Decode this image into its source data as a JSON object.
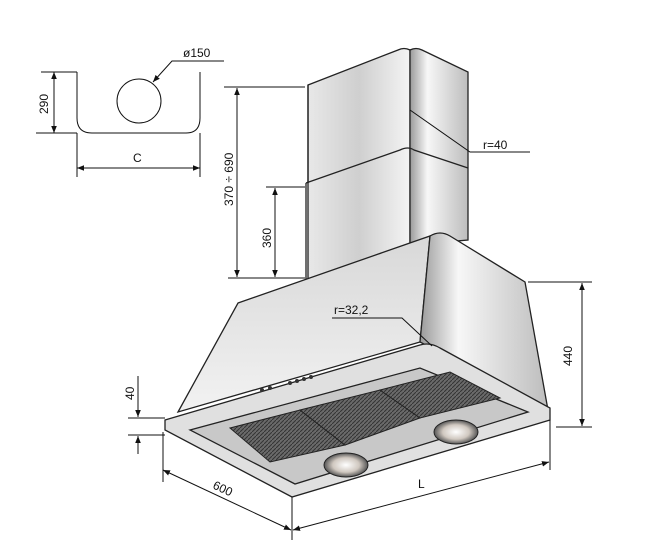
{
  "title": "Range hood dimension drawing",
  "labels": {
    "duct_diameter": "ø150",
    "top_depth": "290",
    "top_width": "C",
    "chimney_height": "370 ÷ 690",
    "chimney_lower": "360",
    "chimney_radius": "r=40",
    "hood_radius": "r=32,2",
    "hood_height": "440",
    "rim_height": "40",
    "depth": "600",
    "width": "L"
  },
  "colors": {
    "line": "#111111",
    "steel_light": "#f2f2f2",
    "steel_dark": "#8a8a8a"
  }
}
